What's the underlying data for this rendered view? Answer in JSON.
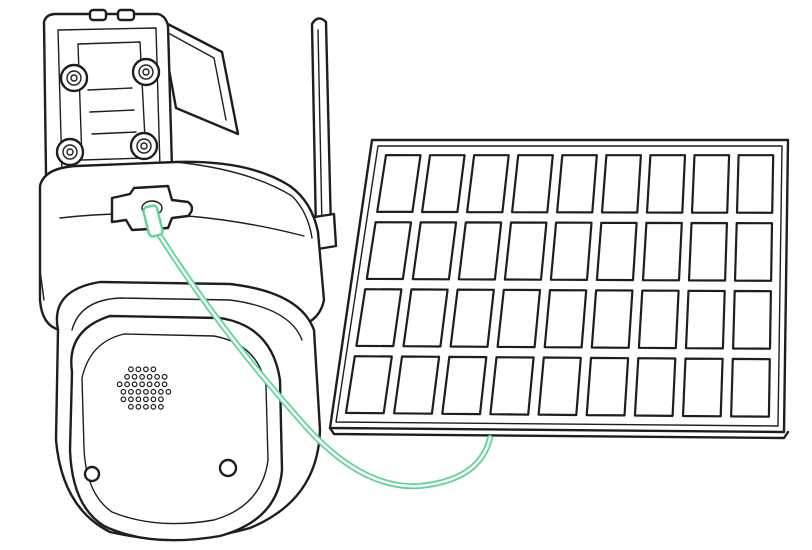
{
  "illustration": {
    "subject": "camera-with-solar-panel",
    "colors": {
      "line": "#1e1e1e",
      "cable": "#5fd39a",
      "background": "#ffffff"
    }
  },
  "solar_panel": {
    "cell_rows": 4,
    "cell_cols": 9
  },
  "speaker_grille": {
    "hole_rows": [
      4,
      6,
      7,
      7,
      6,
      5
    ]
  }
}
